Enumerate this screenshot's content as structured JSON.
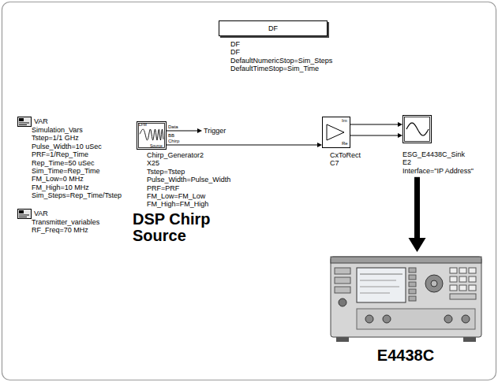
{
  "diagram": {
    "nodes": [
      {
        "text": [
          "DF",
          "DF",
          "DF",
          "DefaultNumericStop=Sim_Steps",
          "DefaultTimeStop=Sim_Time"
        ]
      },
      {
        "text": [
          "VAR",
          "Simulation_Vars",
          "Tstep=1/1 GHz",
          "Pulse_Width=10 uSec",
          "PRF=1/Rep_Time",
          "Rep_Time=50 uSec",
          "Sim_Time=Rep_Time",
          "FM_Low=0 MHz",
          "FM_High=10 MHz",
          "Sim_Steps=Rep_Time/Tstep"
        ]
      },
      {
        "text": [
          "VAR",
          "Transmitter_variables",
          "RF_Freq=70 MHz"
        ]
      },
      {
        "text": [
          "Chirp_Generator2",
          "X25",
          "Tstep=Tstep",
          "Pulse_Width=Pulse_Width",
          "PRF=PRF",
          "FM_Low=FM_Low",
          "FM_High=FM_High"
        ]
      },
      {
        "text": [
          "CxToRect",
          "C7"
        ]
      },
      {
        "text": [
          "ESG_E4438C_Sink",
          "E2",
          "Interface=\"IP Address\""
        ]
      },
      {
        "text": [
          "E4438C"
        ]
      }
    ],
    "edges": [
      {
        "from": 3,
        "to": 4,
        "arrow": "to"
      },
      {
        "from": 4,
        "to": 5,
        "arrow": "to"
      },
      {
        "from": 4,
        "to": 5,
        "arrow": "to"
      },
      {
        "from": 5,
        "to": 6,
        "arrow": "to"
      }
    ],
    "labels": [
      "Trigger",
      "Data",
      "BB Chirp",
      "LFM",
      "Source",
      "Im",
      "Re",
      "DSP Chirp Source"
    ]
  }
}
